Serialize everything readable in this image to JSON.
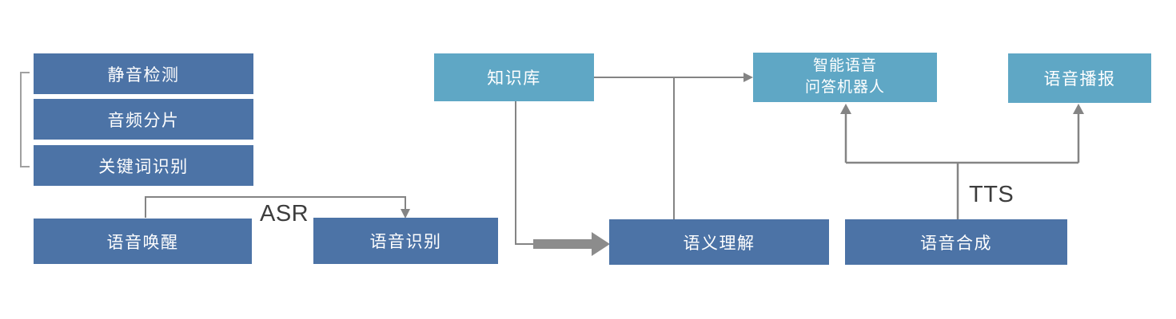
{
  "diagram": {
    "title_hint": "voice-ai-pipeline-flowchart",
    "colors": {
      "node_dark": "#4c73a6",
      "node_light": "#5fa7c5",
      "node_text": "#ffffff",
      "connector": "#848484",
      "thick_arrow": "#8c8c8c",
      "bracket": "#a0a0a0",
      "annotation_text": "#3d3d3d"
    },
    "nodes": {
      "silence_detection": {
        "label": "静音检测"
      },
      "audio_segmentation": {
        "label": "音频分片"
      },
      "keyword_recognition": {
        "label": "关键词识别"
      },
      "voice_wakeup": {
        "label": "语音唤醒"
      },
      "speech_recognition": {
        "label": "语音识别"
      },
      "knowledge_base": {
        "label": "知识库"
      },
      "semantic_understanding": {
        "label": "语义理解"
      },
      "speech_synthesis": {
        "label": "语音合成"
      },
      "qa_robot": {
        "label": "智能语音\n问答机器人"
      },
      "voice_broadcast": {
        "label": "语音播报"
      }
    },
    "annotations": {
      "asr": "ASR",
      "tts": "TTS"
    }
  }
}
